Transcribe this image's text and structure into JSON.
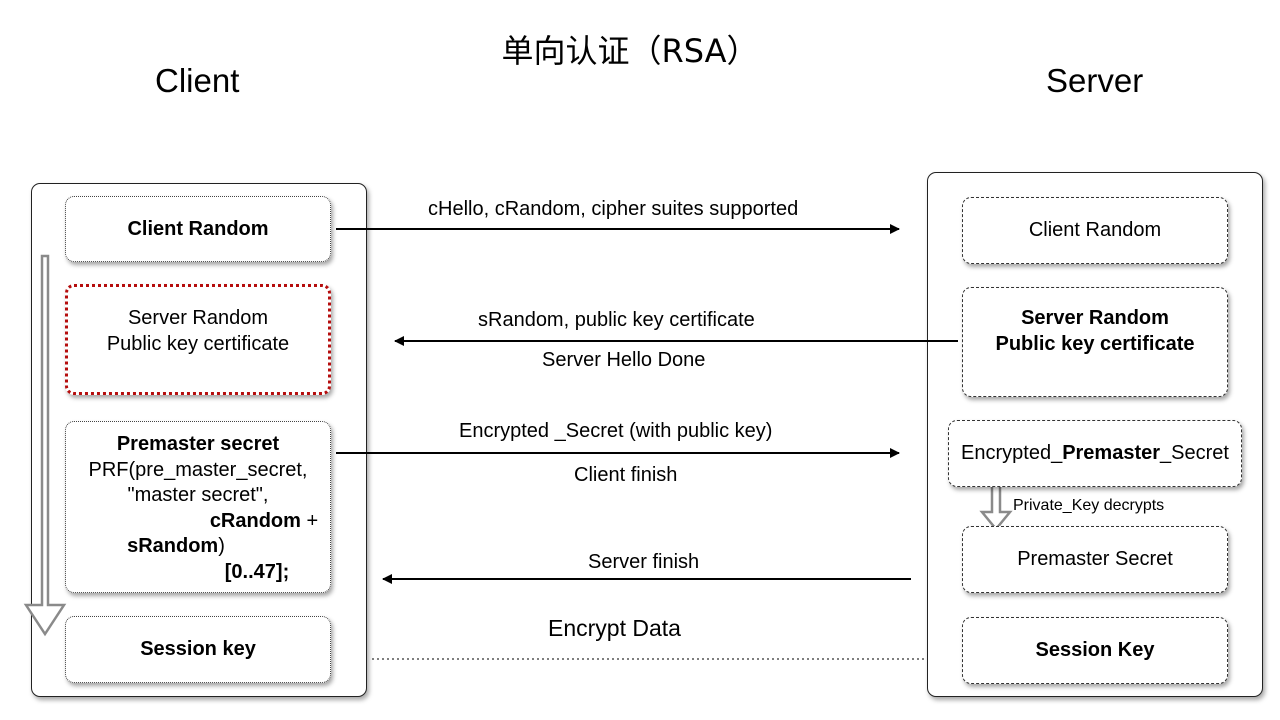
{
  "title": "单向认证（RSA）",
  "client_heading": "Client",
  "server_heading": "Server",
  "client": {
    "client_random": "Client Random",
    "server_random": "Server Random",
    "public_key_cert": "Public key certificate",
    "premaster_title": "Premaster secret",
    "prf_line1": "PRF(pre_master_secret,",
    "prf_line2": "\"master secret\",",
    "prf_crandom": "cRandom",
    "prf_plus": " +",
    "prf_srandom": "sRandom",
    "prf_paren": ")",
    "prf_range": "[0..47];",
    "session_key": "Session key"
  },
  "server": {
    "client_random": "Client Random",
    "server_random": "Server Random",
    "public_key_cert": "Public key certificate",
    "enc_prefix": "Encrypted_",
    "enc_bold": "Premaster",
    "enc_suffix": "_Secret",
    "private_key_decrypts": "Private_Key decrypts",
    "premaster_secret": "Premaster Secret",
    "session_key": "Session Key"
  },
  "messages": {
    "m1": "cHello, cRandom, cipher suites supported",
    "m2": "sRandom, public key certificate",
    "m2b": "Server Hello Done",
    "m3": "Encrypted _Secret (with public key)",
    "m3b": "Client finish",
    "m4": "Server finish",
    "m5": "Encrypt Data"
  }
}
